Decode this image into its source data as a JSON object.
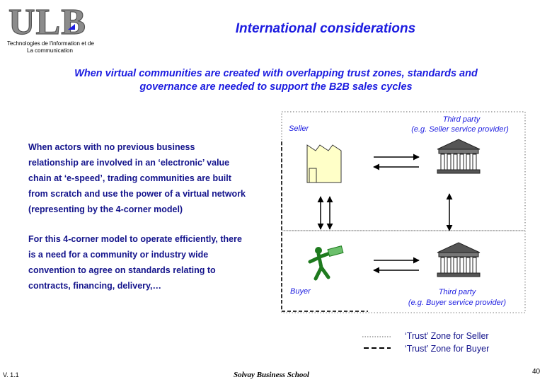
{
  "header": {
    "logo_text": "ULB",
    "logo_subtitle_line1": "Technologies de l'information et de",
    "logo_subtitle_line2": "La communication",
    "title": "International considerations"
  },
  "subtitle_line1": "When virtual communities are created with overlapping trust zones, standards and",
  "subtitle_line2": "governance are needed to support the B2B sales cycles",
  "paragraph1": [
    "When actors with no previous business",
    "relationship are involved in an ‘electronic’ value",
    "chain at ‘e-speed’, trading communities are built",
    "from scratch and use the power of a virtual network",
    "(representing by the 4-corner model)"
  ],
  "paragraph2": [
    "For this 4-corner model to operate efficiently, there",
    "is a need for a community or industry wide",
    "convention to agree on standards relating to",
    "contracts, financing, delivery,…"
  ],
  "diagram": {
    "seller_label": "Seller",
    "third_party_top_line1": "Third party",
    "third_party_top_line2": "(e.g. Seller service provider)",
    "buyer_label": "Buyer",
    "third_party_bottom_line1": "Third party",
    "third_party_bottom_line2": "(e.g. Buyer service provider)",
    "factory_color": "#ffffc8",
    "bank_color": "#6e6e6e",
    "person_color": "#1e7a1e"
  },
  "legend": {
    "seller_zone": "‘Trust’ Zone for Seller",
    "buyer_zone": "‘Trust’ Zone for Buyer"
  },
  "footer": {
    "version": "V. 1.1",
    "school": "Solvay Business School",
    "page": "40"
  },
  "colors": {
    "title_blue": "#1c1ce0",
    "body_navy": "#14148c",
    "logo_gray": "#8c8c8c"
  }
}
